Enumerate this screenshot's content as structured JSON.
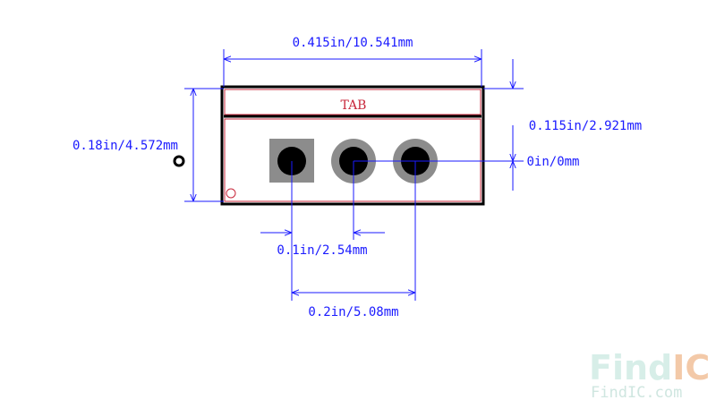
{
  "dimensions": {
    "width_label": "0.415in/10.541mm",
    "height_label": "0.18in/4.572mm",
    "tab_offset_label": "0.115in/2.921mm",
    "zero_offset_label": "0in/0mm",
    "pitch_label": "0.1in/2.54mm",
    "span_label": "0.2in/5.08mm"
  },
  "package": {
    "tab_label": "TAB",
    "pins": [
      {
        "id": 1,
        "pad": "square"
      },
      {
        "id": 2,
        "pad": "round"
      },
      {
        "id": 3,
        "pad": "round"
      }
    ]
  },
  "watermark": {
    "brand_find": "Find",
    "brand_ic": "IC",
    "url": "FindIC.com"
  },
  "colors": {
    "dimension": "#1a1aff",
    "silkscreen": "#c8283c",
    "outline": "#000000",
    "pad_gray": "#8c8c8c",
    "watermark_find": "#d7eee8",
    "watermark_ic": "#f3c9a8"
  }
}
